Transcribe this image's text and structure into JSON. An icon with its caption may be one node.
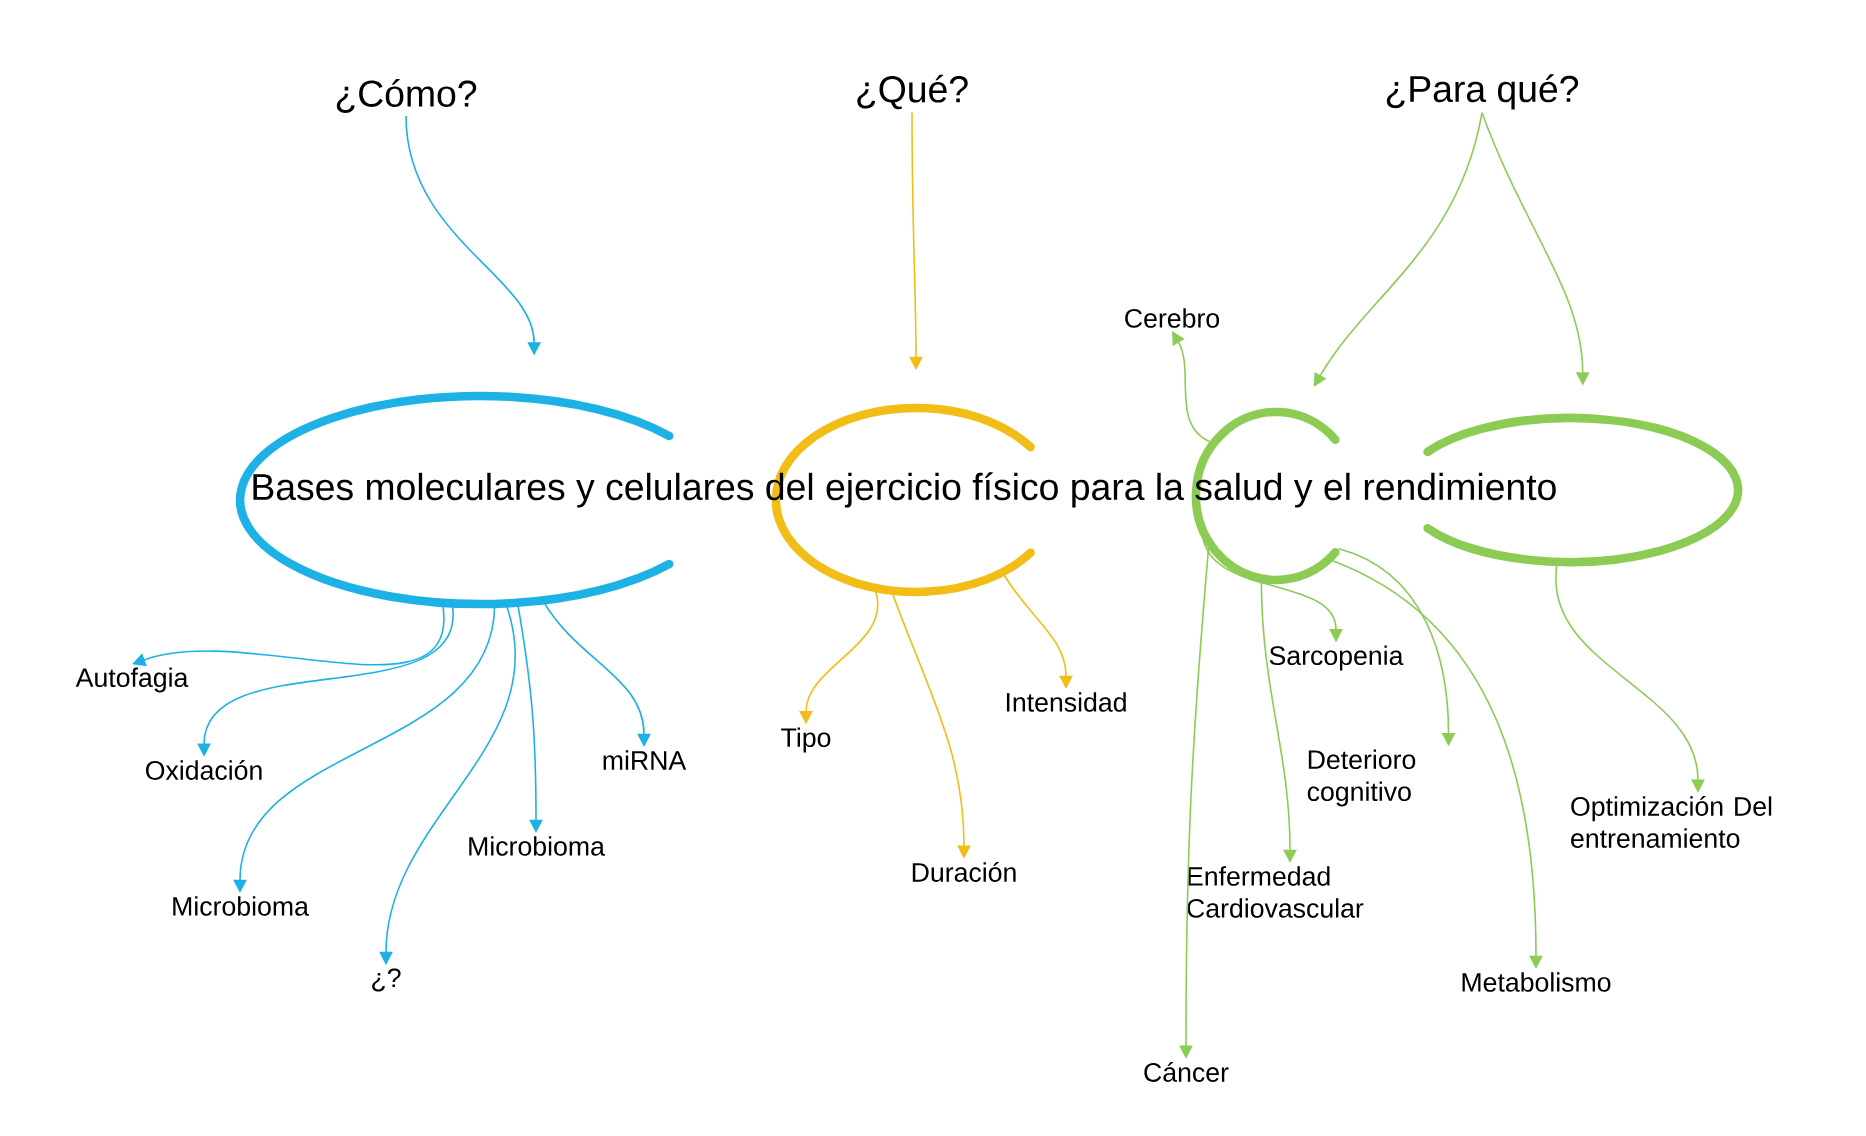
{
  "diagram": {
    "nodes": [
      {
        "text": [
          "¿Cómo?"
        ]
      },
      {
        "text": [
          "¿Qué?"
        ]
      },
      {
        "text": [
          "¿Para qué?"
        ]
      },
      {
        "text": [
          "Bases moleculares y celulares del ejercicio físico para la salud y el rendimiento"
        ]
      },
      {
        "text": [],
        "shape": "arc"
      },
      {
        "text": [],
        "shape": "arc"
      },
      {
        "text": [],
        "shape": "arc"
      },
      {
        "text": [],
        "shape": "arc"
      },
      {
        "text": [
          "Autofagia"
        ]
      },
      {
        "text": [
          "Oxidación"
        ]
      },
      {
        "text": [
          "Microbioma"
        ]
      },
      {
        "text": [
          "¿?"
        ]
      },
      {
        "text": [
          "Microbioma"
        ]
      },
      {
        "text": [
          "miRNA"
        ]
      },
      {
        "text": [
          "Tipo"
        ]
      },
      {
        "text": [
          "Duración"
        ]
      },
      {
        "text": [
          "Intensidad"
        ]
      },
      {
        "text": [
          "Cerebro"
        ]
      },
      {
        "text": [
          "Sarcopenia"
        ]
      },
      {
        "text": [
          "Deterioro cognitivo"
        ]
      },
      {
        "text": [
          "Enfermedad Cardiovascular"
        ]
      },
      {
        "text": [
          "Metabolismo"
        ]
      },
      {
        "text": [
          "Cáncer"
        ]
      },
      {
        "text": [
          "Optimización Del entrenamiento"
        ]
      }
    ],
    "edges": [
      {
        "from": 0,
        "to": 4,
        "arrow": "to",
        "color": "#1eb1e6"
      },
      {
        "from": 1,
        "to": 5,
        "arrow": "to",
        "color": "#f2bd16"
      },
      {
        "from": 2,
        "to": 6,
        "arrow": "to"
      },
      {
        "from": 2,
        "to": 7,
        "arrow": "to"
      },
      {
        "from": 4,
        "to": 8,
        "arrow": "to",
        "color": "#1eb1e6"
      },
      {
        "from": 4,
        "to": 9,
        "arrow": "to",
        "color": "#1eb1e6"
      },
      {
        "from": 4,
        "to": 10,
        "arrow": "to",
        "color": "#1eb1e6"
      },
      {
        "from": 4,
        "to": 11,
        "arrow": "to",
        "color": "#1eb1e6"
      },
      {
        "from": 4,
        "to": 12,
        "arrow": "to",
        "color": "#1eb1e6"
      },
      {
        "from": 4,
        "to": 13,
        "arrow": "to",
        "color": "#1eb1e6"
      },
      {
        "from": 5,
        "to": 14,
        "arrow": "to",
        "color": "#f2bd16"
      },
      {
        "from": 5,
        "to": 15,
        "arrow": "to",
        "color": "#f2bd16"
      },
      {
        "from": 5,
        "to": 16,
        "arrow": "to",
        "color": "#f2bd16"
      },
      {
        "from": 6,
        "to": 17,
        "arrow": "to"
      },
      {
        "from": 6,
        "to": 18,
        "arrow": "to"
      },
      {
        "from": 6,
        "to": 19,
        "arrow": "to"
      },
      {
        "from": 6,
        "to": 20,
        "arrow": "to"
      },
      {
        "from": 6,
        "to": 21,
        "arrow": "to"
      },
      {
        "from": 6,
        "to": 22,
        "arrow": "to"
      },
      {
        "from": 7,
        "to": 23,
        "arrow": "to"
      }
    ]
  }
}
